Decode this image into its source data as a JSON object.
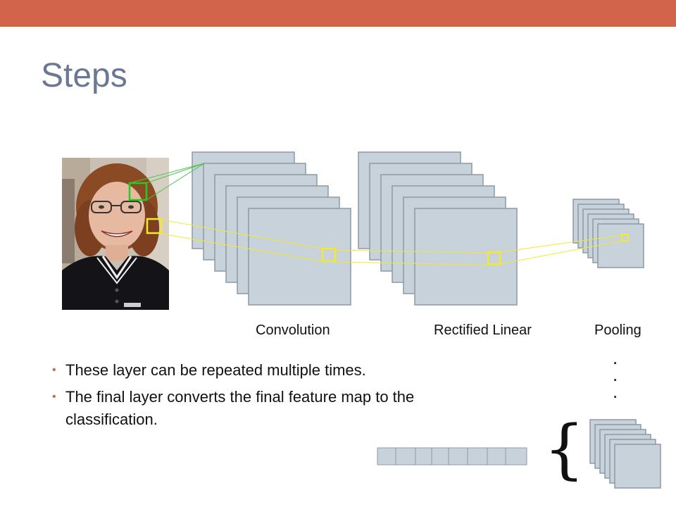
{
  "slide": {
    "title": "Steps",
    "accent_color": "#d2644b",
    "title_color": "#6b7894",
    "map_fill": "#c8d2da",
    "map_stroke": "#8c9aa6"
  },
  "diagram": {
    "labels": {
      "convolution": "Convolution",
      "rectified_linear": "Rectified Linear",
      "pooling": "Pooling"
    },
    "photo": "portrait-photo",
    "continuation_dots": [
      ".",
      ".",
      "."
    ],
    "brace": "{"
  },
  "bullets": [
    {
      "text": "These layer can be repeated multiple times."
    },
    {
      "text": "The final layer converts the final feature map to the classification."
    }
  ]
}
